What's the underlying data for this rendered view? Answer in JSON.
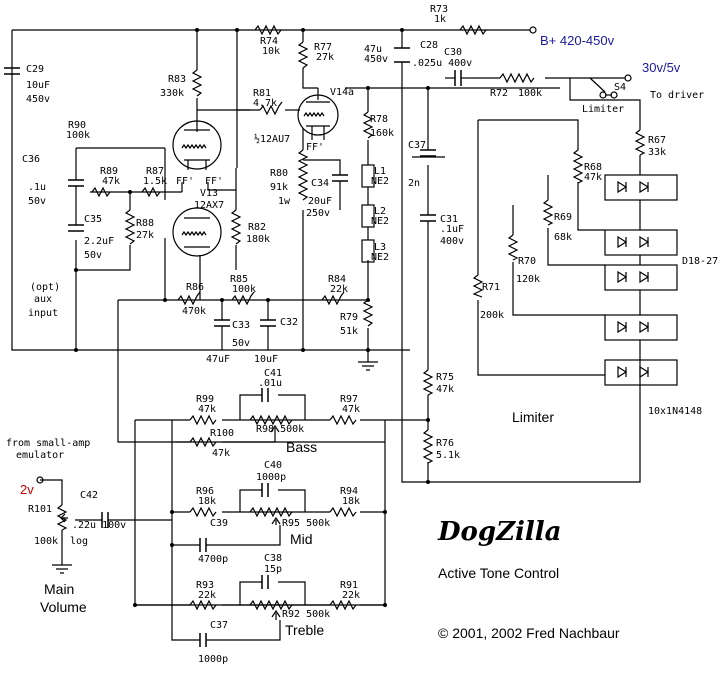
{
  "title": "DogZilla",
  "subtitle": "Active Tone Control",
  "copyright": "© 2001, 2002 Fred Nachbaur",
  "section_limiter": "Limiter",
  "terminals": {
    "bplus": "B+ 420-450v",
    "out_v": "30v/5v",
    "to_driver": "To driver",
    "input_v": "2v",
    "input_from": "from small-amp",
    "input_from2": "emulator",
    "aux1": "(opt)",
    "aux2": "aux",
    "aux3": "input",
    "main_volume1": "Main",
    "main_volume2": "Volume"
  },
  "switch": {
    "name": "S4",
    "label": "Limiter"
  },
  "tubes": {
    "v13": {
      "name": "V13",
      "type": "12AX7",
      "ff1": "FF'",
      "ff2": "FF'"
    },
    "v14": {
      "name": "V14a",
      "type": "½12AU7",
      "ff": "FF'"
    }
  },
  "resistors": {
    "R73": [
      "R73",
      "1k"
    ],
    "R74": [
      "R74",
      "10k"
    ],
    "R77": [
      "R77",
      "27k"
    ],
    "R83": [
      "R83",
      "330k"
    ],
    "R81": [
      "R81",
      "4.7k"
    ],
    "R90": [
      "R90",
      "100k"
    ],
    "R89": [
      "R89",
      "47k"
    ],
    "R87": [
      "R87",
      "1.5k"
    ],
    "R88": [
      "R88",
      "27k"
    ],
    "R82": [
      "R82",
      "180k"
    ],
    "R78": [
      "R78",
      "160k"
    ],
    "R80": [
      "R80",
      "91k",
      "1w"
    ],
    "R85": [
      "R85",
      "100k"
    ],
    "R86": [
      "R86",
      "470k"
    ],
    "R84": [
      "R84",
      "22k"
    ],
    "R79": [
      "R79",
      "51k"
    ],
    "R72": [
      "R72",
      "100k"
    ],
    "R67": [
      "R67",
      "33k"
    ],
    "R68": [
      "R68",
      "47k"
    ],
    "R69": [
      "R69",
      "68k"
    ],
    "R70": [
      "R70",
      "120k"
    ],
    "R71": [
      "R71",
      "200k"
    ],
    "R75": [
      "R75",
      "47k"
    ],
    "R76": [
      "R76",
      "5.1k"
    ],
    "R99": [
      "R99",
      "47k"
    ],
    "R100": [
      "R100",
      "47k"
    ],
    "R97": [
      "R97",
      "47k"
    ],
    "R96": [
      "R96",
      "18k"
    ],
    "R94": [
      "R94",
      "18k"
    ],
    "R93": [
      "R93",
      "22k"
    ],
    "R91": [
      "R91",
      "22k"
    ],
    "R101": [
      "R101"
    ]
  },
  "pots": {
    "R98": [
      "R98 500k",
      "Bass"
    ],
    "R95": [
      "R95 500k",
      "Mid"
    ],
    "R92": [
      "R92 500k",
      "Treble"
    ],
    "R101": [
      "100k",
      "log"
    ]
  },
  "capacitors": {
    "C29": [
      "C29",
      "10uF",
      "450v"
    ],
    "C28": [
      "C28",
      "47u",
      "450v"
    ],
    "C30": [
      "C30",
      ".025u 400v"
    ],
    "C36": [
      "C36",
      ".1u",
      "50v"
    ],
    "C35": [
      "C35",
      "2.2uF",
      "50v"
    ],
    "C34": [
      "C34",
      "20uF",
      "250v"
    ],
    "C37": [
      "C37",
      "2n"
    ],
    "C31": [
      "C31",
      ".1uF",
      "400v"
    ],
    "C33": [
      "C33",
      "47uF",
      "50v"
    ],
    "C32": [
      "C32",
      "10uF"
    ],
    "C41": [
      "C41",
      ".01u"
    ],
    "C40": [
      "C40",
      "1000p"
    ],
    "C39": [
      "C39",
      "4700p"
    ],
    "C38": [
      "C38",
      "15p"
    ],
    "C37b": [
      "C37",
      "1000p"
    ],
    "C42": [
      "C42",
      ".22u 100v"
    ]
  },
  "lamps": {
    "L1": [
      "L1",
      "NE2"
    ],
    "L2": [
      "L2",
      "NE2"
    ],
    "L3": [
      "L3",
      "NE2"
    ]
  },
  "diodes": {
    "part": "D18-27",
    "spec": "10x1N4148"
  }
}
